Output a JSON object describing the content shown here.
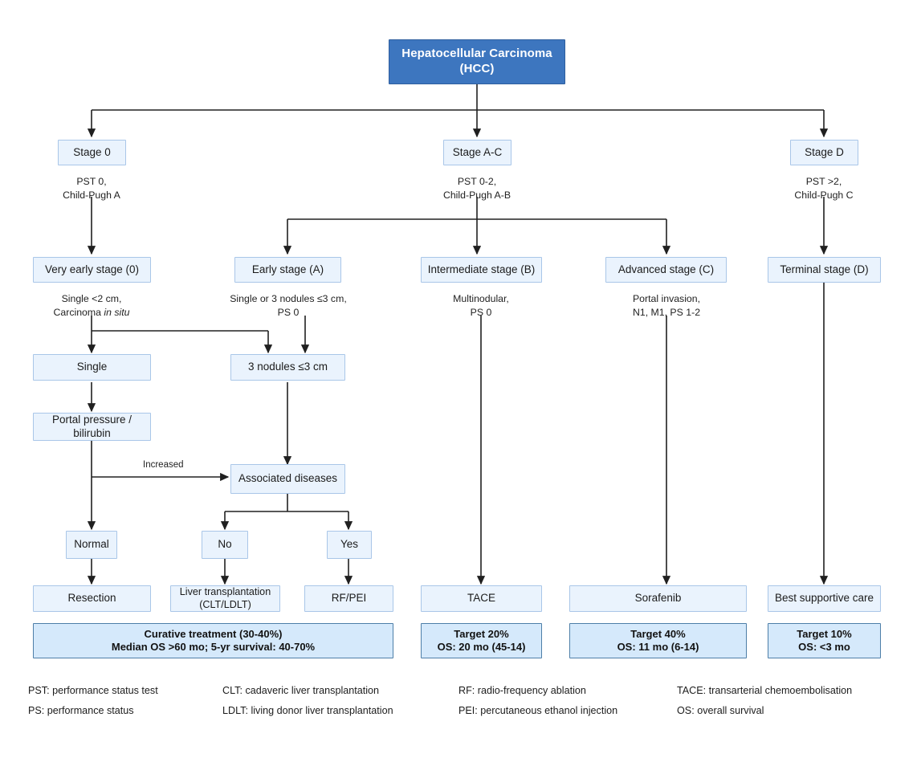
{
  "diagram": {
    "title": "Hepatocellular Carcinoma (HCC) BCLC staging and treatment strategy flowchart",
    "root": {
      "line1": "Hepatocellular Carcinoma",
      "line2": "(HCC)"
    },
    "stages": [
      {
        "id": "stage-0",
        "label": "Stage 0",
        "caption_line1": "PST 0,",
        "caption_line2": "Child-Pugh A"
      },
      {
        "id": "stage-a-c",
        "label": "Stage A-C",
        "caption_line1": "PST 0-2,",
        "caption_line2": "Child-Pugh A-B"
      },
      {
        "id": "stage-d",
        "label": "Stage D",
        "caption_line1": "PST >2,",
        "caption_line2": "Child-Pugh C"
      }
    ],
    "substages": [
      {
        "id": "very-early-stage",
        "label": "Very early stage (0)",
        "caption_line1": "Single <2 cm,",
        "caption_line2_pre": "Carcinoma ",
        "caption_line2_italic": "in situ",
        "caption_line2_post": ""
      },
      {
        "id": "early-stage",
        "label": "Early stage (A)",
        "caption_line1": "Single or 3 nodules ≤3 cm,",
        "caption_line2_pre": "PS 0",
        "caption_line2_italic": "",
        "caption_line2_post": ""
      },
      {
        "id": "intermediate-stage",
        "label": "Intermediate stage (B)",
        "caption_line1": "Multinodular,",
        "caption_line2_pre": "PS 0",
        "caption_line2_italic": "",
        "caption_line2_post": ""
      },
      {
        "id": "advanced-stage",
        "label": "Advanced stage (C)",
        "caption_line1": "Portal invasion,",
        "caption_line2_pre": "N1, M1, PS 1-2",
        "caption_line2_italic": "",
        "caption_line2_post": ""
      },
      {
        "id": "terminal-stage",
        "label": "Terminal stage (D)",
        "caption_line1": "",
        "caption_line2_pre": "",
        "caption_line2_italic": "",
        "caption_line2_post": ""
      }
    ],
    "decisions": {
      "single": "Single",
      "three_nodules": "3 nodules ≤3 cm",
      "portal_pressure_line1": "Portal pressure /",
      "portal_pressure_line2": "bilirubin",
      "associated_diseases": "Associated diseases",
      "normal": "Normal",
      "no": "No",
      "yes": "Yes"
    },
    "edge_labels": {
      "increased": "Increased"
    },
    "treatments": {
      "resection": "Resection",
      "liver_transplantation_line1": "Liver transplantation",
      "liver_transplantation_line2": "(CLT/LDLT)",
      "rf_pei": "RF/PEI",
      "tace": "TACE",
      "sorafenib": "Sorafenib",
      "best_supportive_care": "Best supportive care"
    },
    "outcomes": [
      {
        "id": "outcome-curative",
        "line1": "Curative treatment (30-40%)",
        "line2": "Median OS >60 mo; 5-yr survival: 40-70%"
      },
      {
        "id": "outcome-tace",
        "line1": "Target 20%",
        "line2": "OS: 20 mo (45-14)"
      },
      {
        "id": "outcome-sorafenib",
        "line1": "Target 40%",
        "line2": "OS: 11 mo (6-14)"
      },
      {
        "id": "outcome-supportive",
        "line1": "Target 10%",
        "line2": "OS: <3 mo"
      }
    ],
    "legend": {
      "column1": [
        "PST: performance status test",
        "PS: performance status"
      ],
      "column2": [
        "CLT: cadaveric liver transplantation",
        "LDLT: living donor liver transplantation"
      ],
      "column3": [
        "RF: radio-frequency ablation",
        "PEI: percutaneous ethanol injection"
      ],
      "column4": [
        "TACE: transarterial chemoembolisation",
        "OS: overall survival"
      ]
    },
    "colors": {
      "root_fill": "#3d76bf",
      "root_border": "#2e5e9e",
      "box_fill": "#eaf3fd",
      "box_border": "#a9c6e8",
      "summary_fill": "#d5e9fb",
      "summary_border": "#4e7fa8",
      "connector": "#202020",
      "background": "#ffffff"
    }
  }
}
